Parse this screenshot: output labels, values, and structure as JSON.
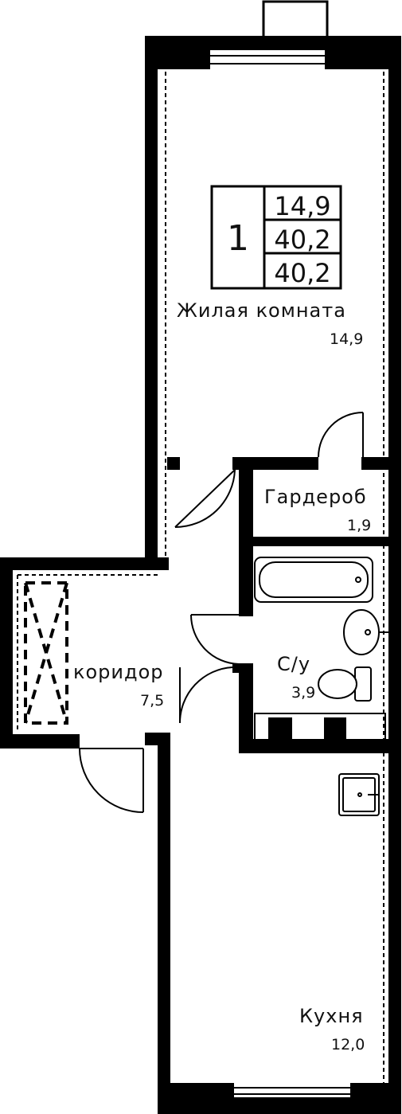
{
  "summary": {
    "rooms_count": "1",
    "living_area": "14,9",
    "total_area": "40,2",
    "total_area_alt": "40,2"
  },
  "rooms": {
    "living": {
      "name": "Жилая комната",
      "area": "14,9"
    },
    "wardrobe": {
      "name": "Гардероб",
      "area": "1,9"
    },
    "bathroom": {
      "name": "С/у",
      "area": "3,9"
    },
    "corridor": {
      "name": "коридор",
      "area": "7,5"
    },
    "kitchen": {
      "name": "Кухня",
      "area": "12,0"
    }
  },
  "colors": {
    "wall": "#000000",
    "background": "#ffffff"
  }
}
